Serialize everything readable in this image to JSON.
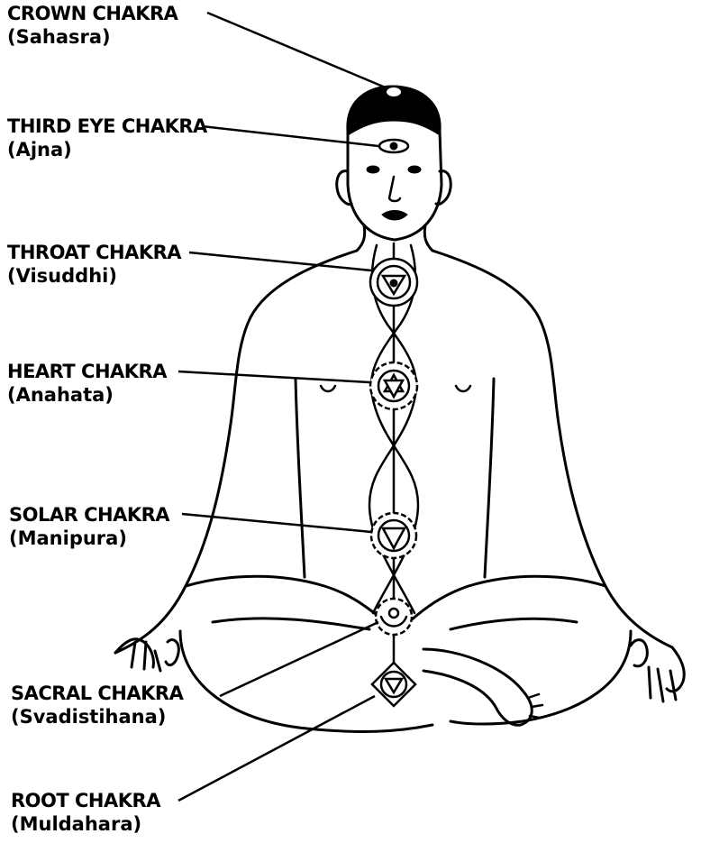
{
  "chakras": [
    {
      "name": "CROWN CHAKRA",
      "sanskrit": "(Sahasra)"
    },
    {
      "name": "THIRD EYE CHAKRA",
      "sanskrit": "(Ajna)"
    },
    {
      "name": "THROAT CHAKRA",
      "sanskrit": "(Visuddhi)"
    },
    {
      "name": "HEART CHAKRA",
      "sanskrit": "(Anahata)"
    },
    {
      "name": "SOLAR CHAKRA",
      "sanskrit": "(Manipura)"
    },
    {
      "name": "SACRAL CHAKRA",
      "sanskrit": "(Svadistihana)"
    },
    {
      "name": "ROOT CHAKRA",
      "sanskrit": "(Muldahara)"
    }
  ],
  "colors": {
    "ink": "#000000",
    "background": "#ffffff"
  }
}
